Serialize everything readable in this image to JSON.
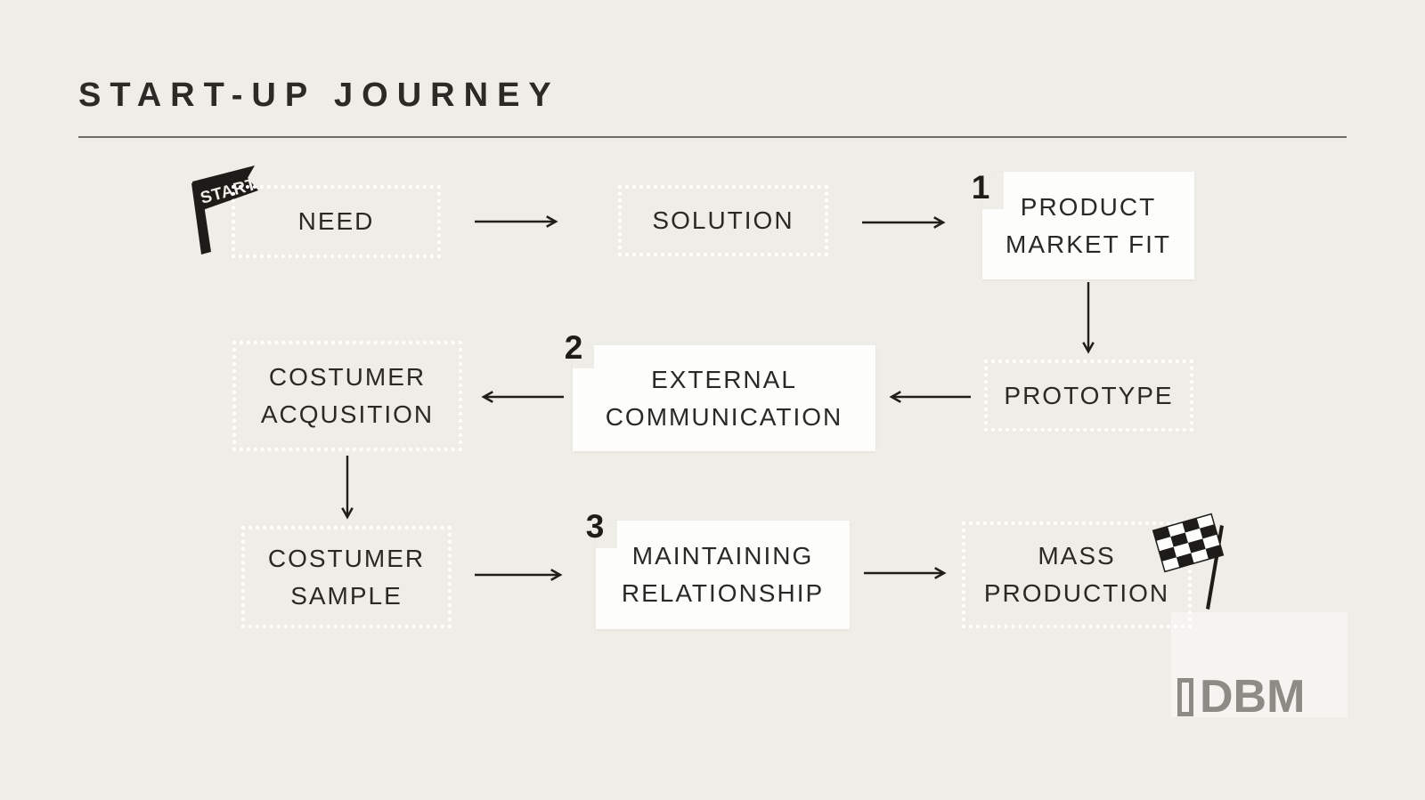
{
  "header": {
    "title": "START-UP JOURNEY"
  },
  "steps": {
    "need": {
      "label": "NEED"
    },
    "solution": {
      "label": "SOLUTION"
    },
    "product_market_fit": {
      "label": "PRODUCT\nMARKET FIT",
      "number": "1"
    },
    "prototype": {
      "label": "PROTOTYPE"
    },
    "external_communication": {
      "label": "EXTERNAL\nCOMMUNICATION",
      "number": "2"
    },
    "costumer_acqusition": {
      "label": "COSTUMER\nACQUSITION"
    },
    "costumer_sample": {
      "label": "COSTUMER\nSAMPLE"
    },
    "maintaining_relationship": {
      "label": "MAINTAINING\nRELATIONSHIP",
      "number": "3"
    },
    "mass_production": {
      "label": "MASS\nPRODUCTION"
    }
  },
  "icons": {
    "start_flag": {
      "name": "start-flag",
      "label": "START"
    },
    "finish_flag": {
      "name": "checkered-finish-flag"
    }
  },
  "logo": {
    "text": "DBM"
  },
  "colors": {
    "background": "#efede7",
    "ink": "#24231f",
    "box_fill_white": "#fdfdfc",
    "dotted_border": "#ffffff",
    "logo_gray": "#8c8b86"
  }
}
